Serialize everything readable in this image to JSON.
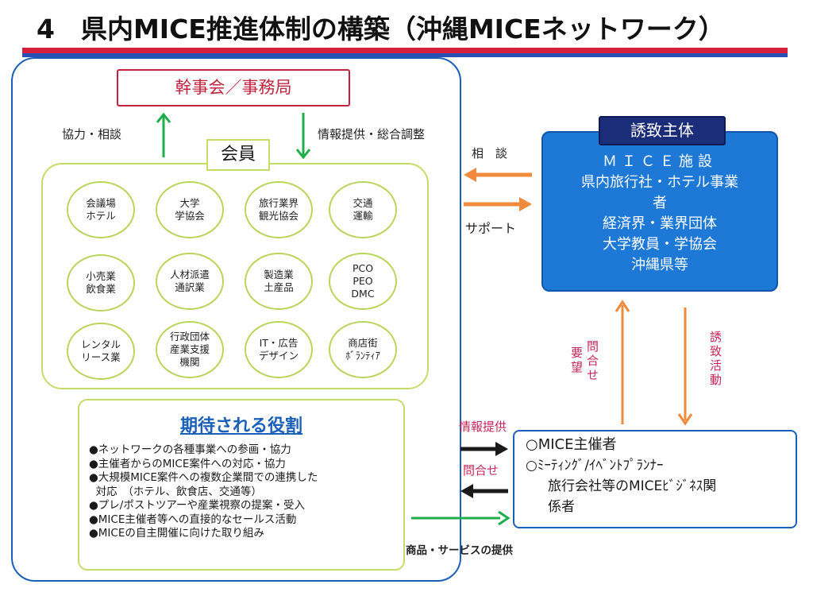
{
  "title": "4　県内MICE推進体制の構築（沖縄MICEネットワーク）",
  "colors": {
    "title_rule_red": "#d4213d",
    "title_rule_blue": "#2a4fb4",
    "network_border": "#1a5fb8",
    "secretariat_red": "#c0243e",
    "member_green": "#b9d45a",
    "green_arrow": "#1fae4b",
    "orange_arrow": "#f08a3c",
    "invite_blue": "#1d78d6",
    "invite_tag_navy": "#1b2c78",
    "pink_text": "#c4285a"
  },
  "network": {
    "secretariat": "幹事会／事務局",
    "up_label": "協力・相談",
    "down_label": "情報提供・総合調整",
    "members_tag": "会員",
    "members": [
      [
        "会議場",
        "ホテル"
      ],
      [
        "大学",
        "学協会"
      ],
      [
        "旅行業界",
        "観光協会"
      ],
      [
        "交通",
        "運輸"
      ],
      [
        "小売業",
        "飲食業"
      ],
      [
        "人材派遣",
        "通訳業"
      ],
      [
        "製造業",
        "土産品"
      ],
      [
        "PCO",
        "PEO",
        "DMC"
      ],
      [
        "レンタル",
        "リース業"
      ],
      [
        "行政団体",
        "産業支援",
        "機関"
      ],
      [
        "IT・広告",
        "デザイン"
      ],
      [
        "商店街",
        "ﾎﾞﾗﾝﾃｨｱ"
      ]
    ],
    "roles": {
      "title": "期待される役割",
      "items": [
        "●ネットワークの各種事業への参画・協力",
        "●主催者からのMICE案件への対応・協力",
        "●大規模MICE案件への複数企業間での連携した",
        "  対応　（ホテル、飲食店、交通等）",
        "●プレ/ポストツアーや産業視察の提案・受入",
        "●MICE主催者等への直接的なセールス活動",
        "●MICEの自主開催に向けた取り組み"
      ]
    }
  },
  "invitation": {
    "tag": "誘致主体",
    "lines": [
      "ＭＩＣＥ施設",
      "県内旅行社・ホテル事業",
      "者",
      "経済界・業界団体",
      "大学教員・学協会",
      "沖縄県等"
    ],
    "consult_label": "相　談",
    "support_label": "サポート"
  },
  "vertical_links": {
    "up_label_1": "問合せ",
    "up_label_2": "要望",
    "down_label": "誘致活動"
  },
  "organizers": {
    "lines": [
      "○MICE主催者",
      "○ﾐｰﾃｨﾝｸﾞ/ｲﾍﾞﾝﾄﾌﾟﾗﾝﾅｰ",
      "旅行会社等のMICEﾋﾞｼﾞﾈｽ関",
      "係者"
    ],
    "info_label": "情報提供",
    "inquiry_label": "問合せ",
    "goods_label": "商品・サービスの提供"
  }
}
